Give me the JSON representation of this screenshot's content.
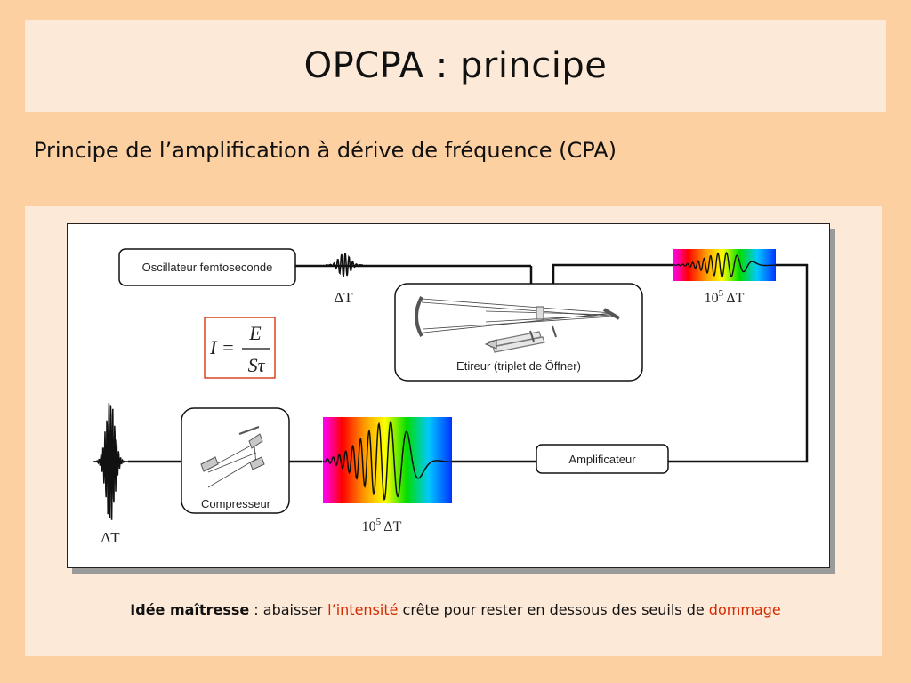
{
  "slide": {
    "title": "OPCPA : principe",
    "subtitle": "Principe de l’amplification à dérive de fréquence (CPA)"
  },
  "diagram": {
    "oscillator_label": "Oscillateur femtoseconde",
    "stretcher_label": "Etireur (triplet de Öffner)",
    "amplifier_label": "Amplificateur",
    "compressor_label": "Compresseur",
    "delta_t": "ΔT",
    "stretched_prefix": "10",
    "stretched_exponent": "5",
    "stretched_suffix": " ΔT",
    "formula_lhs": "I =",
    "formula_num": "E",
    "formula_den": "Sτ"
  },
  "note": {
    "bold": "Idée maîtresse",
    "part1": " : abaisser ",
    "highlight1": "l’intensité",
    "part2": " crête pour rester en dessous des seuils de ",
    "highlight2": "dommage"
  },
  "colors": {
    "background": "#fdd0a2",
    "panel": "#fde9d7",
    "highlight": "#d42a00"
  }
}
